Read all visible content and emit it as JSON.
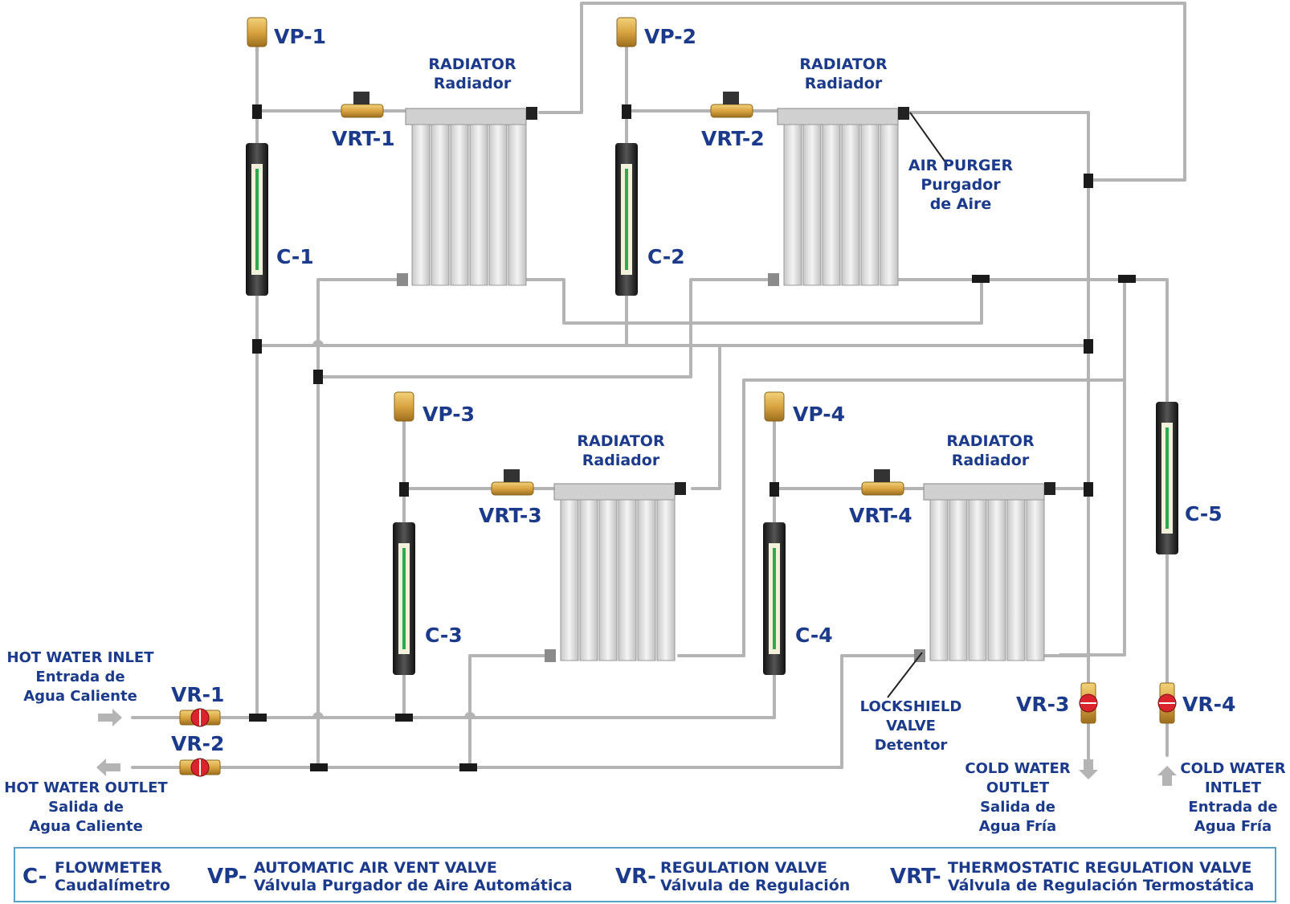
{
  "radiators": [
    {
      "title": "RADIATOR",
      "subtitle": "Radiador"
    },
    {
      "title": "RADIATOR",
      "subtitle": "Radiador"
    },
    {
      "title": "RADIATOR",
      "subtitle": "Radiador"
    },
    {
      "title": "RADIATOR",
      "subtitle": "Radiador"
    }
  ],
  "vents": [
    "VP-1",
    "VP-2",
    "VP-3",
    "VP-4"
  ],
  "thermo_valves": [
    "VRT-1",
    "VRT-2",
    "VRT-3",
    "VRT-4"
  ],
  "flowmeters": [
    "C-1",
    "C-2",
    "C-3",
    "C-4",
    "C-5"
  ],
  "reg_valves": [
    "VR-1",
    "VR-2",
    "VR-3",
    "VR-4"
  ],
  "air_purger": {
    "line1": "AIR PURGER",
    "line2": "Purgador",
    "line3": "de Aire"
  },
  "lockshield": {
    "line1": "LOCKSHIELD",
    "line2": "VALVE",
    "line3": "Detentor"
  },
  "hot_inlet": {
    "line1": "HOT WATER INLET",
    "line2": "Entrada de",
    "line3": "Agua Caliente"
  },
  "hot_outlet": {
    "line1": "HOT WATER OUTLET",
    "line2": "Salida de",
    "line3": "Agua Caliente"
  },
  "cold_outlet": {
    "line1": "COLD WATER",
    "line2": "OUTLET",
    "line3": "Salida de",
    "line4": "Agua Fría"
  },
  "cold_inlet": {
    "line1": "COLD WATER",
    "line2": "INTLET",
    "line3": "Entrada de",
    "line4": "Agua Fría"
  },
  "legend": [
    {
      "code": "C-",
      "en": "FLOWMETER",
      "es": "Caudalímetro"
    },
    {
      "code": "VP-",
      "en": "AUTOMATIC AIR VENT VALVE",
      "es": "Válvula Purgador de Aire Automática"
    },
    {
      "code": "VR-",
      "en": "REGULATION VALVE",
      "es": "Válvula de Regulación"
    },
    {
      "code": "VRT-",
      "en": "THERMOSTATIC REGULATION VALVE",
      "es": "Válvula de Regulación Termostática"
    }
  ],
  "colors": {
    "label": "#1b3a8c",
    "pipe": "#b4b4b4",
    "valve_red": "#d9232d",
    "brass": "#d9a441",
    "legend_border": "#5aa0c8"
  }
}
